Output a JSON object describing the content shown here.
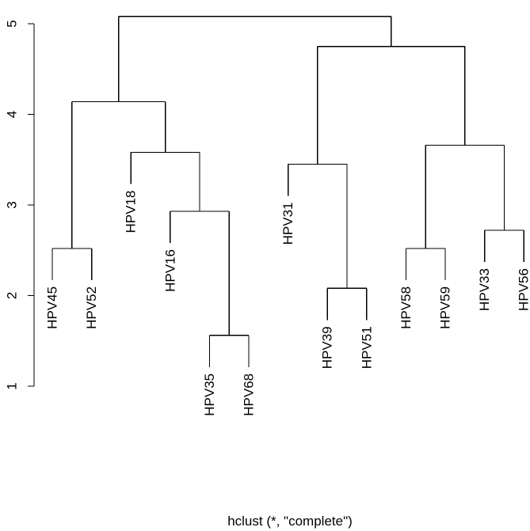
{
  "chart_data": {
    "type": "dendrogram",
    "xlabel": "hclust (*, \"complete\")",
    "ylabel": "",
    "ylim": [
      1,
      5
    ],
    "yticks": [
      "1",
      "2",
      "3",
      "4",
      "5"
    ],
    "leaves": [
      "HPV45",
      "HPV52",
      "HPV18",
      "HPV16",
      "HPV35",
      "HPV68",
      "HPV31",
      "HPV39",
      "HPV51",
      "HPV58",
      "HPV59",
      "HPV33",
      "HPV56"
    ],
    "merges": [
      {
        "left": "HPV45",
        "right": "HPV52",
        "height": 2.52
      },
      {
        "left": "HPV35",
        "right": "HPV68",
        "height": 1.56
      },
      {
        "left": "HPV16",
        "right": "HPV35+HPV68",
        "height": 2.93
      },
      {
        "left": "HPV18",
        "right": "HPV16+HPV35+HPV68",
        "height": 3.58
      },
      {
        "left": "HPV45+HPV52",
        "right": "HPV18+HPV16+HPV35+HPV68",
        "height": 4.14
      },
      {
        "left": "HPV39",
        "right": "HPV51",
        "height": 2.08
      },
      {
        "left": "HPV31",
        "right": "HPV39+HPV51",
        "height": 3.45
      },
      {
        "left": "HPV58",
        "right": "HPV59",
        "height": 2.52
      },
      {
        "left": "HPV33",
        "right": "HPV56",
        "height": 2.72
      },
      {
        "left": "HPV58+HPV59",
        "right": "HPV33+HPV56",
        "height": 3.66
      },
      {
        "left": "HPV31+HPV39+HPV51",
        "right": "HPV58+HPV59+HPV33+HPV56",
        "height": 4.75
      },
      {
        "left": "HPV45+HPV52+HPV18+HPV16+HPV35+HPV68",
        "right": "HPV31+HPV39+HPV51+HPV58+HPV59+HPV33+HPV56",
        "height": 5.08
      }
    ]
  }
}
